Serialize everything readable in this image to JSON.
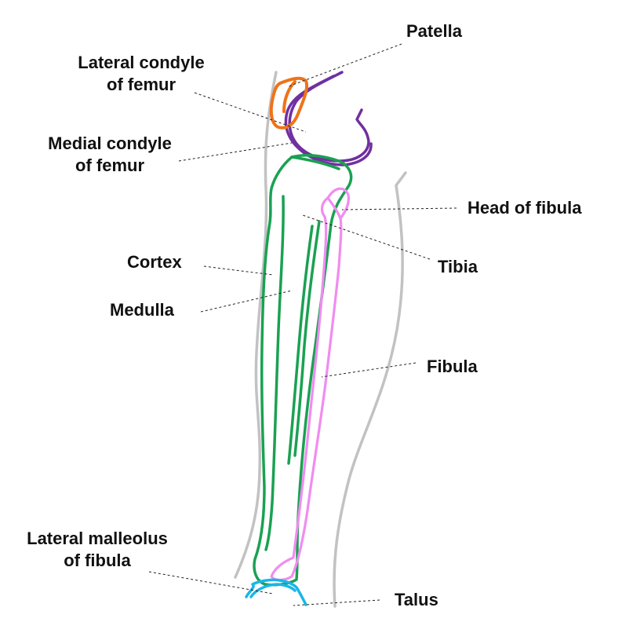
{
  "labels": {
    "patella": "Patella",
    "lateral_condyle": [
      "Lateral condyle",
      "of femur"
    ],
    "medial_condyle": [
      "Medial condyle",
      "of femur"
    ],
    "head_of_fibula": "Head of fibula",
    "tibia": "Tibia",
    "cortex": "Cortex",
    "medulla": "Medulla",
    "fibula": "Fibula",
    "lateral_malleolus": [
      "Lateral malleolus",
      "of fibula"
    ],
    "talus": "Talus"
  },
  "colors": {
    "outline": "#c2c2c2",
    "tibia": "#1aa152",
    "fibula": "#f08cf0",
    "patella": "#ef7318",
    "femur": "#7030a0",
    "talus": "#1ab6e8",
    "text": "#111111"
  }
}
